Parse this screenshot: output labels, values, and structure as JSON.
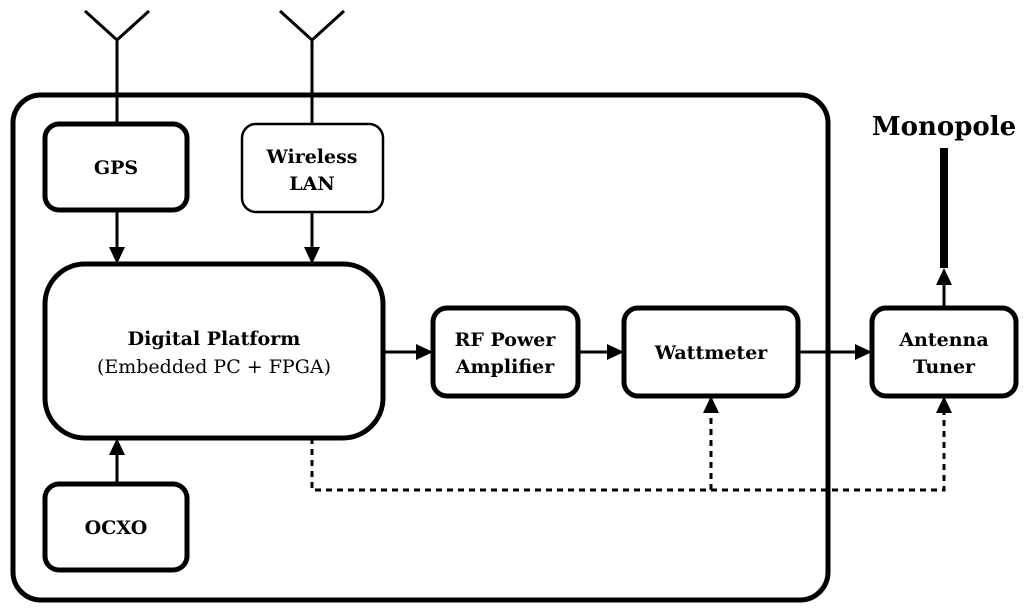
{
  "blocks": {
    "gps": "GPS",
    "wireless_line1": "Wireless",
    "wireless_line2": "LAN",
    "platform_line1": "Digital Platform",
    "platform_line2": "(Embedded PC + FPGA)",
    "ocxo": "OCXO",
    "rf_line1": "RF Power",
    "rf_line2": "Amplifier",
    "wattmeter": "Wattmeter",
    "tuner_line1": "Antenna",
    "tuner_line2": "Tuner",
    "monopole": "Monopole"
  }
}
